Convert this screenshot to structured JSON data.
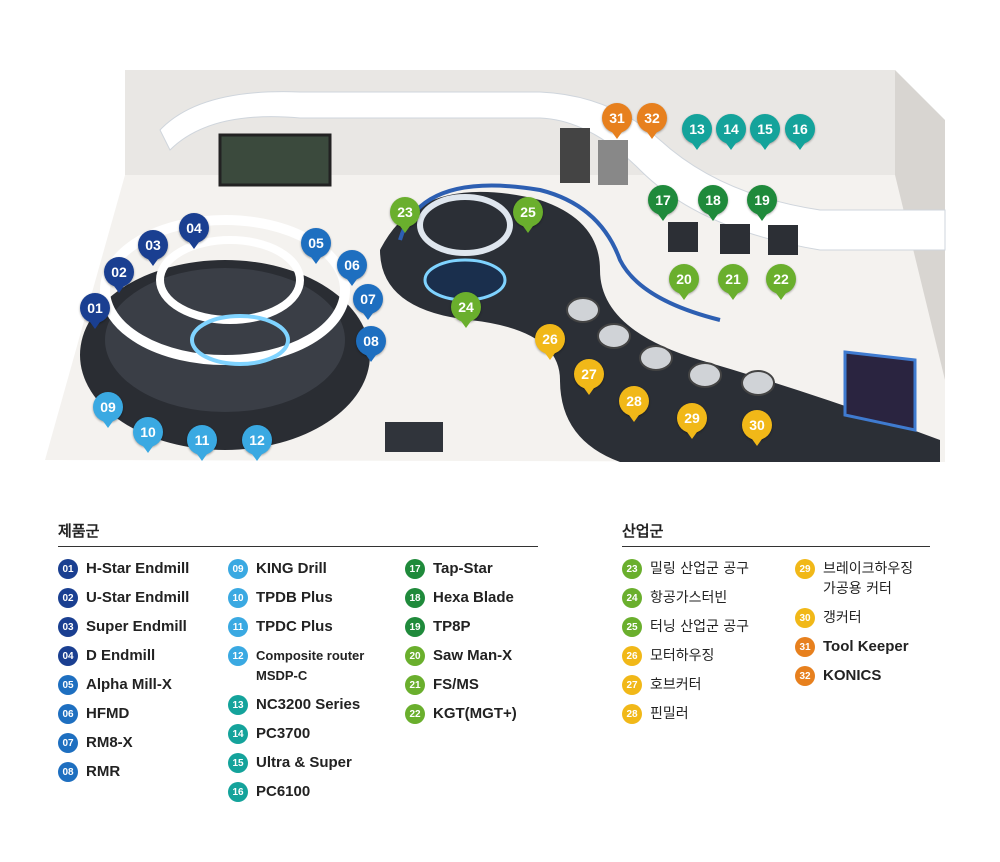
{
  "map_pins": [
    {
      "n": "01",
      "c": "navy"
    },
    {
      "n": "02",
      "c": "navy"
    },
    {
      "n": "03",
      "c": "navy"
    },
    {
      "n": "04",
      "c": "navy"
    },
    {
      "n": "05",
      "c": "blue"
    },
    {
      "n": "06",
      "c": "blue"
    },
    {
      "n": "07",
      "c": "blue"
    },
    {
      "n": "08",
      "c": "blue"
    },
    {
      "n": "09",
      "c": "sky"
    },
    {
      "n": "10",
      "c": "sky"
    },
    {
      "n": "11",
      "c": "sky"
    },
    {
      "n": "12",
      "c": "sky"
    },
    {
      "n": "13",
      "c": "teal"
    },
    {
      "n": "14",
      "c": "teal"
    },
    {
      "n": "15",
      "c": "teal"
    },
    {
      "n": "16",
      "c": "teal"
    },
    {
      "n": "17",
      "c": "dgreen"
    },
    {
      "n": "18",
      "c": "dgreen"
    },
    {
      "n": "19",
      "c": "dgreen"
    },
    {
      "n": "20",
      "c": "lgreen"
    },
    {
      "n": "21",
      "c": "lgreen"
    },
    {
      "n": "22",
      "c": "lgreen"
    },
    {
      "n": "23",
      "c": "lgreen"
    },
    {
      "n": "24",
      "c": "lgreen"
    },
    {
      "n": "25",
      "c": "lgreen"
    },
    {
      "n": "26",
      "c": "yellow"
    },
    {
      "n": "27",
      "c": "yellow"
    },
    {
      "n": "28",
      "c": "yellow"
    },
    {
      "n": "29",
      "c": "yellow"
    },
    {
      "n": "30",
      "c": "yellow"
    },
    {
      "n": "31",
      "c": "orange"
    },
    {
      "n": "32",
      "c": "orange"
    }
  ],
  "colors": {
    "navy": "#1a3f91",
    "blue": "#1e6fc0",
    "sky": "#3aa9e2",
    "teal": "#14a39b",
    "dgreen": "#1f8a3b",
    "lgreen": "#6aaf2d",
    "yellow": "#f1b818",
    "orange": "#e7801e"
  },
  "legend": {
    "products_title": "제품군",
    "industry_title": "산업군",
    "products_col1": [
      {
        "n": "01",
        "label": "H-Star Endmill",
        "c": "navy"
      },
      {
        "n": "02",
        "label": "U-Star Endmill",
        "c": "navy"
      },
      {
        "n": "03",
        "label": "Super Endmill",
        "c": "navy"
      },
      {
        "n": "04",
        "label": "D Endmill",
        "c": "navy"
      },
      {
        "n": "05",
        "label": "Alpha Mill-X",
        "c": "blue"
      },
      {
        "n": "06",
        "label": "HFMD",
        "c": "blue"
      },
      {
        "n": "07",
        "label": "RM8-X",
        "c": "blue"
      },
      {
        "n": "08",
        "label": "RMR",
        "c": "blue"
      }
    ],
    "products_col2": [
      {
        "n": "09",
        "label": "KING Drill",
        "c": "sky"
      },
      {
        "n": "10",
        "label": "TPDB Plus",
        "c": "sky"
      },
      {
        "n": "11",
        "label": "TPDC Plus",
        "c": "sky"
      },
      {
        "n": "12",
        "label": "Composite router",
        "label2": "MSDP-C",
        "c": "sky"
      },
      {
        "n": "13",
        "label": "NC3200 Series",
        "c": "teal"
      },
      {
        "n": "14",
        "label": "PC3700",
        "c": "teal"
      },
      {
        "n": "15",
        "label": "Ultra & Super",
        "c": "teal"
      },
      {
        "n": "16",
        "label": "PC6100",
        "c": "teal"
      }
    ],
    "products_col3": [
      {
        "n": "17",
        "label": "Tap-Star",
        "c": "dgreen"
      },
      {
        "n": "18",
        "label": "Hexa Blade",
        "c": "dgreen"
      },
      {
        "n": "19",
        "label": "TP8P",
        "c": "dgreen"
      },
      {
        "n": "20",
        "label": "Saw Man-X",
        "c": "lgreen"
      },
      {
        "n": "21",
        "label": "FS/MS",
        "c": "lgreen"
      },
      {
        "n": "22",
        "label": "KGT(MGT+)",
        "c": "lgreen"
      }
    ],
    "industry_col1": [
      {
        "n": "23",
        "label": "밀링 산업군 공구",
        "c": "lgreen"
      },
      {
        "n": "24",
        "label": "항공가스터빈",
        "c": "lgreen"
      },
      {
        "n": "25",
        "label": "터닝 산업군 공구",
        "c": "lgreen"
      },
      {
        "n": "26",
        "label": "모터하우징",
        "c": "yellow"
      },
      {
        "n": "27",
        "label": "호브커터",
        "c": "yellow"
      },
      {
        "n": "28",
        "label": "핀밀러",
        "c": "yellow"
      }
    ],
    "industry_col2": [
      {
        "n": "29",
        "label": "브레이크하우징",
        "label2": "가공용 커터",
        "c": "yellow"
      },
      {
        "n": "30",
        "label": "갱커터",
        "c": "yellow"
      },
      {
        "n": "31",
        "label": "Tool Keeper",
        "c": "orange"
      },
      {
        "n": "32",
        "label": "KONICS",
        "c": "orange"
      }
    ]
  }
}
